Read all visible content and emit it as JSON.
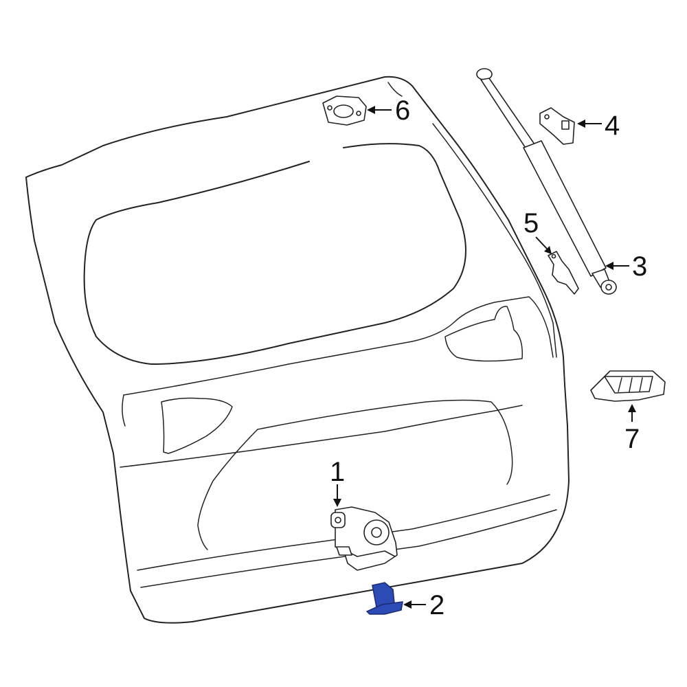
{
  "diagram": {
    "highlight_color": "#2c4bb5",
    "callouts": [
      {
        "id": "1",
        "label": "1"
      },
      {
        "id": "2",
        "label": "2"
      },
      {
        "id": "3",
        "label": "3"
      },
      {
        "id": "4",
        "label": "4"
      },
      {
        "id": "5",
        "label": "5"
      },
      {
        "id": "6",
        "label": "6"
      },
      {
        "id": "7",
        "label": "7"
      }
    ],
    "highlighted_part": "2"
  }
}
